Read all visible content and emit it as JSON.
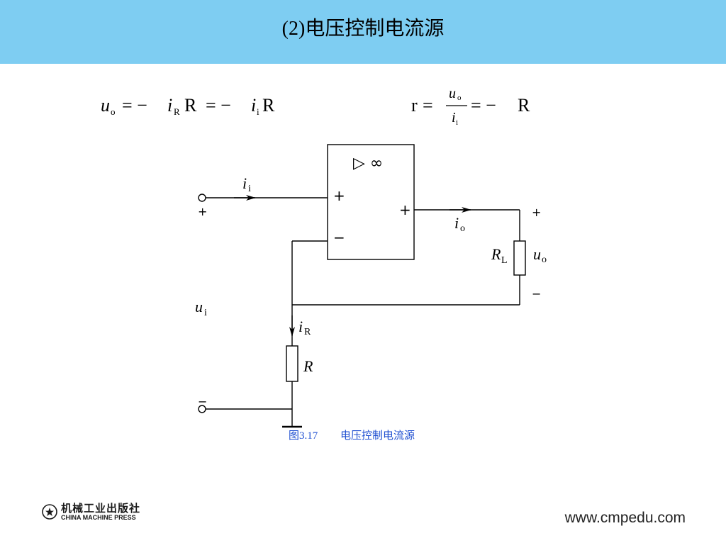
{
  "header": {
    "title": "(2)电压控制电流源",
    "background": "#7ecdf2"
  },
  "formulas": {
    "left": {
      "uo_var": "u",
      "uo_sub": "o",
      "eq1": "= −",
      "iR_var": "i",
      "iR_sub": "R",
      "R1": "R",
      "eq2": "= −",
      "ii_var": "i",
      "ii_sub": "i",
      "R2": "R"
    },
    "right": {
      "r": "r",
      "eq1": "=",
      "num_var": "u",
      "num_sub": "o",
      "den_var": "i",
      "den_sub": "i",
      "eq2": "= −",
      "R": "R"
    }
  },
  "circuit": {
    "opamp_symbol": "▷ ∞",
    "opamp_plus_in": "+",
    "opamp_minus_in": "−",
    "opamp_plus_out": "+",
    "ii_var": "i",
    "ii_sub": "i",
    "io_var": "i",
    "io_sub": "o",
    "iR_var": "i",
    "iR_sub": "R",
    "RL_var": "R",
    "RL_sub": "L",
    "uo_var": "u",
    "uo_sub": "o",
    "ui_var": "u",
    "ui_sub": "i",
    "R_label": "R",
    "input_plus": "+",
    "input_minus": "−",
    "load_plus": "+",
    "load_minus": "−"
  },
  "caption": {
    "figure_no": "图3.17",
    "text": "电压控制电流源",
    "color": "#1f4fd1"
  },
  "footer": {
    "publisher_cn": "机械工业出版社",
    "publisher_en": "CHINA MACHINE PRESS",
    "website": "www.cmpedu.com"
  }
}
